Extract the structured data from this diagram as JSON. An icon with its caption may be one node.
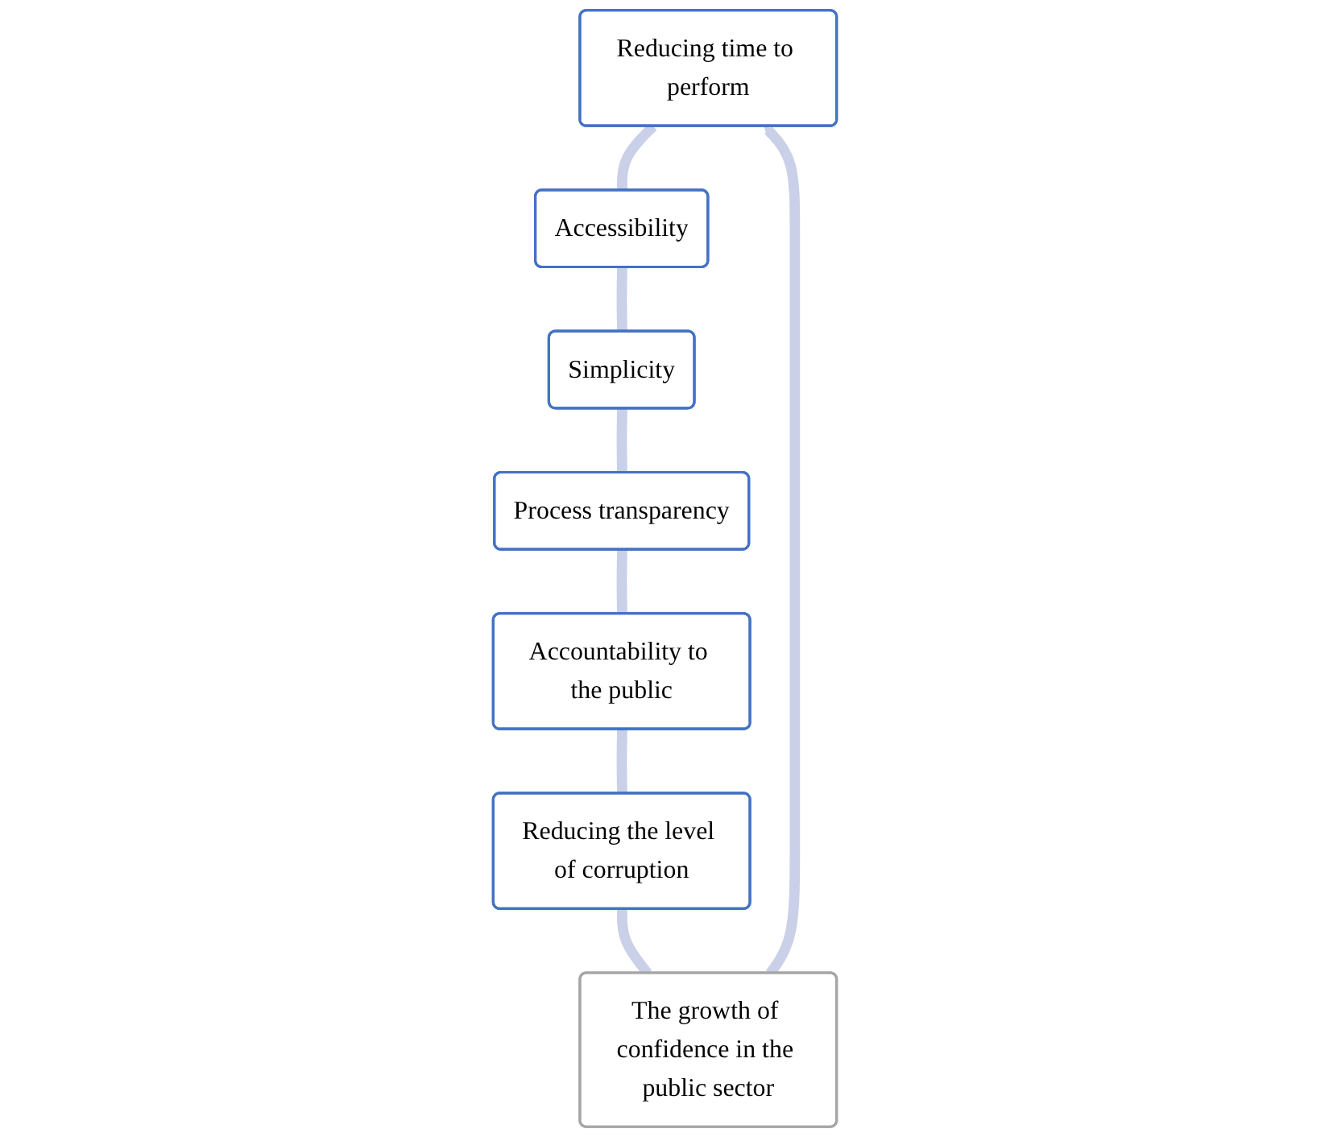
{
  "diagram": {
    "nodes": [
      {
        "text": [
          "Reducing time to perform"
        ]
      },
      {
        "text": [
          "Accessibility"
        ]
      },
      {
        "text": [
          "Simplicity"
        ]
      },
      {
        "text": [
          "Process transparency"
        ]
      },
      {
        "text": [
          "Accountability to the public"
        ]
      },
      {
        "text": [
          "Reducing the level of corruption"
        ]
      },
      {
        "text": [
          "The growth of confidence in the public sector"
        ]
      }
    ],
    "edges": [
      {
        "from": 0,
        "to": 1,
        "arrow": "none"
      },
      {
        "from": 1,
        "to": 2,
        "arrow": "none"
      },
      {
        "from": 2,
        "to": 3,
        "arrow": "none"
      },
      {
        "from": 3,
        "to": 4,
        "arrow": "none"
      },
      {
        "from": 4,
        "to": 5,
        "arrow": "none"
      },
      {
        "from": 5,
        "to": 6,
        "arrow": "none"
      },
      {
        "from": 6,
        "to": 0,
        "arrow": "to"
      }
    ]
  }
}
